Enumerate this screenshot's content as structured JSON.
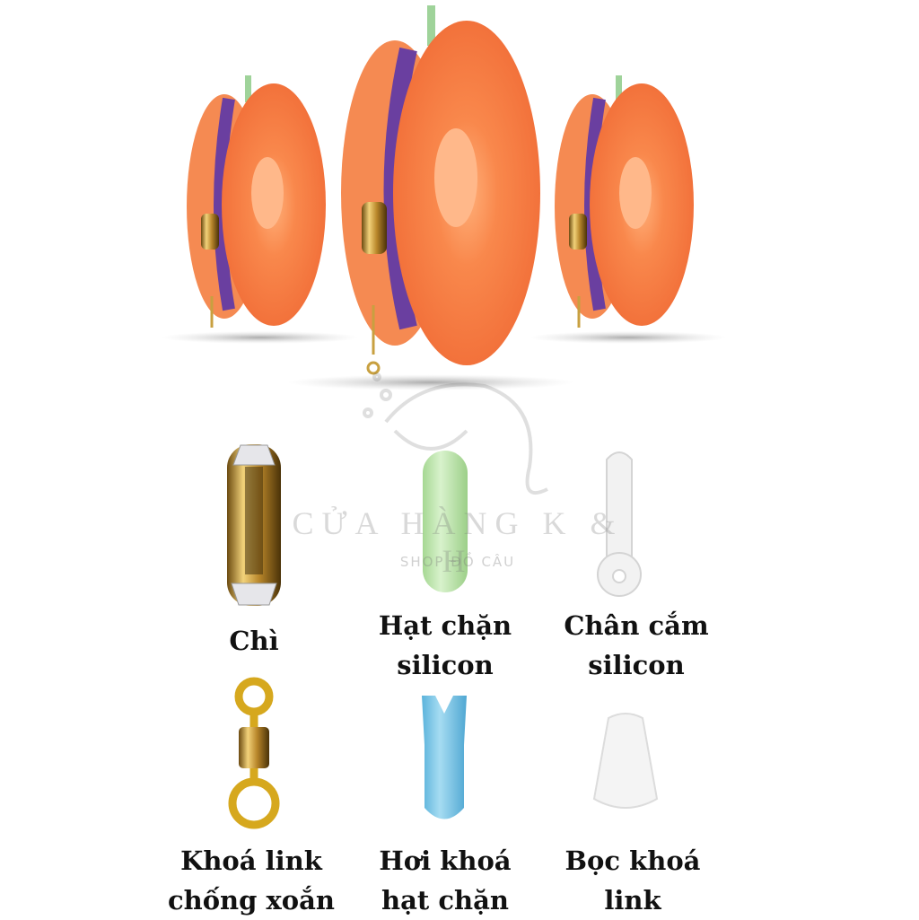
{
  "watermark": {
    "title": "CỬA HÀNG K & H",
    "subtitle": "SHOP ĐỒ CÂU"
  },
  "items": [
    {
      "label_line1": "Chì",
      "label_line2": ""
    },
    {
      "label_line1": "Hạt chặn",
      "label_line2": "silicon"
    },
    {
      "label_line1": "Chân cắm",
      "label_line2": "silicon"
    },
    {
      "label_line1": "Khoá link",
      "label_line2": "chống xoắn"
    },
    {
      "label_line1": "Hơi khoá",
      "label_line2": "hạt chặn"
    },
    {
      "label_line1": "Bọc khoá",
      "label_line2": "link"
    }
  ],
  "colors": {
    "reel": "#f58a52",
    "line": "#6a3fa0",
    "weight": "#c8a040",
    "stopper": "#b8e3a8",
    "sleeve": "#7cc6e6"
  }
}
